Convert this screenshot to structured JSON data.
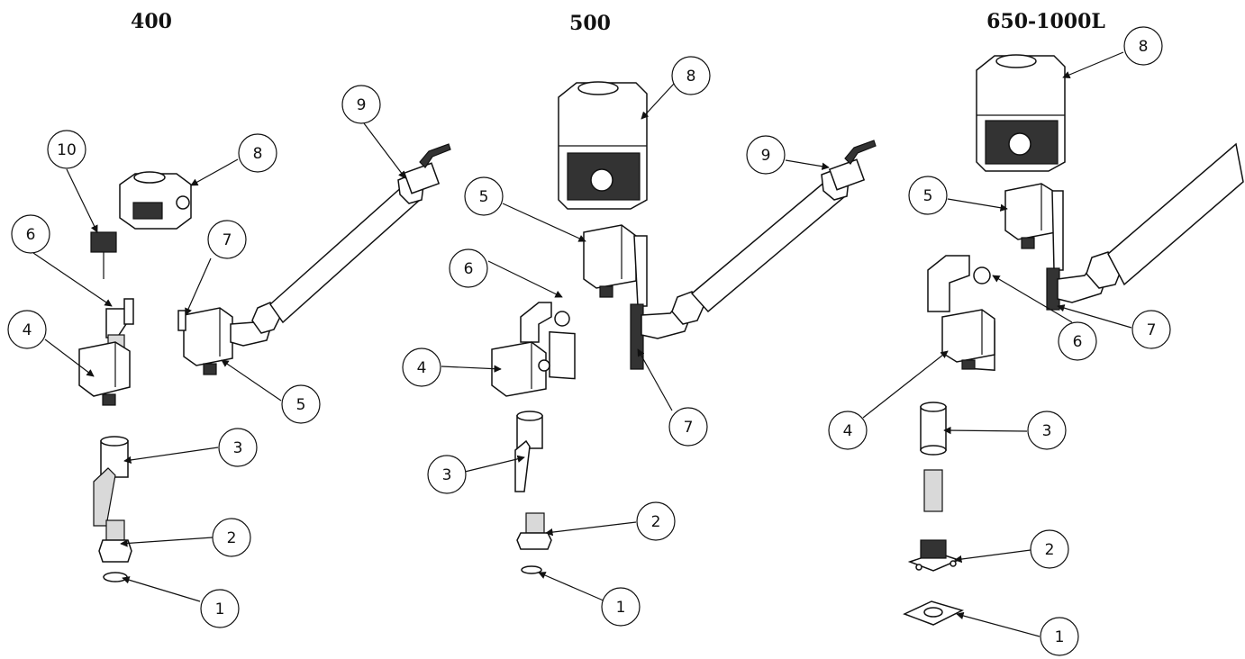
{
  "titles": [
    "400",
    "500",
    "650-1000L"
  ],
  "callouts": {
    "c400_10": "10",
    "c400_8": "8",
    "c400_9": "9",
    "c400_6": "6",
    "c400_7": "7",
    "c400_4": "4",
    "c400_5": "5",
    "c400_3": "3",
    "c400_2": "2",
    "c400_1": "1",
    "c500_8": "8",
    "c500_9": "9",
    "c500_5": "5",
    "c500_6": "6",
    "c500_4": "4",
    "c500_7": "7",
    "c500_3": "3",
    "c500_2": "2",
    "c500_1": "1",
    "c650_8": "8",
    "c650_5": "5",
    "c650_6": "6",
    "c650_7": "7",
    "c650_4": "4",
    "c650_3": "3",
    "c650_2": "2",
    "c650_1": "1"
  }
}
